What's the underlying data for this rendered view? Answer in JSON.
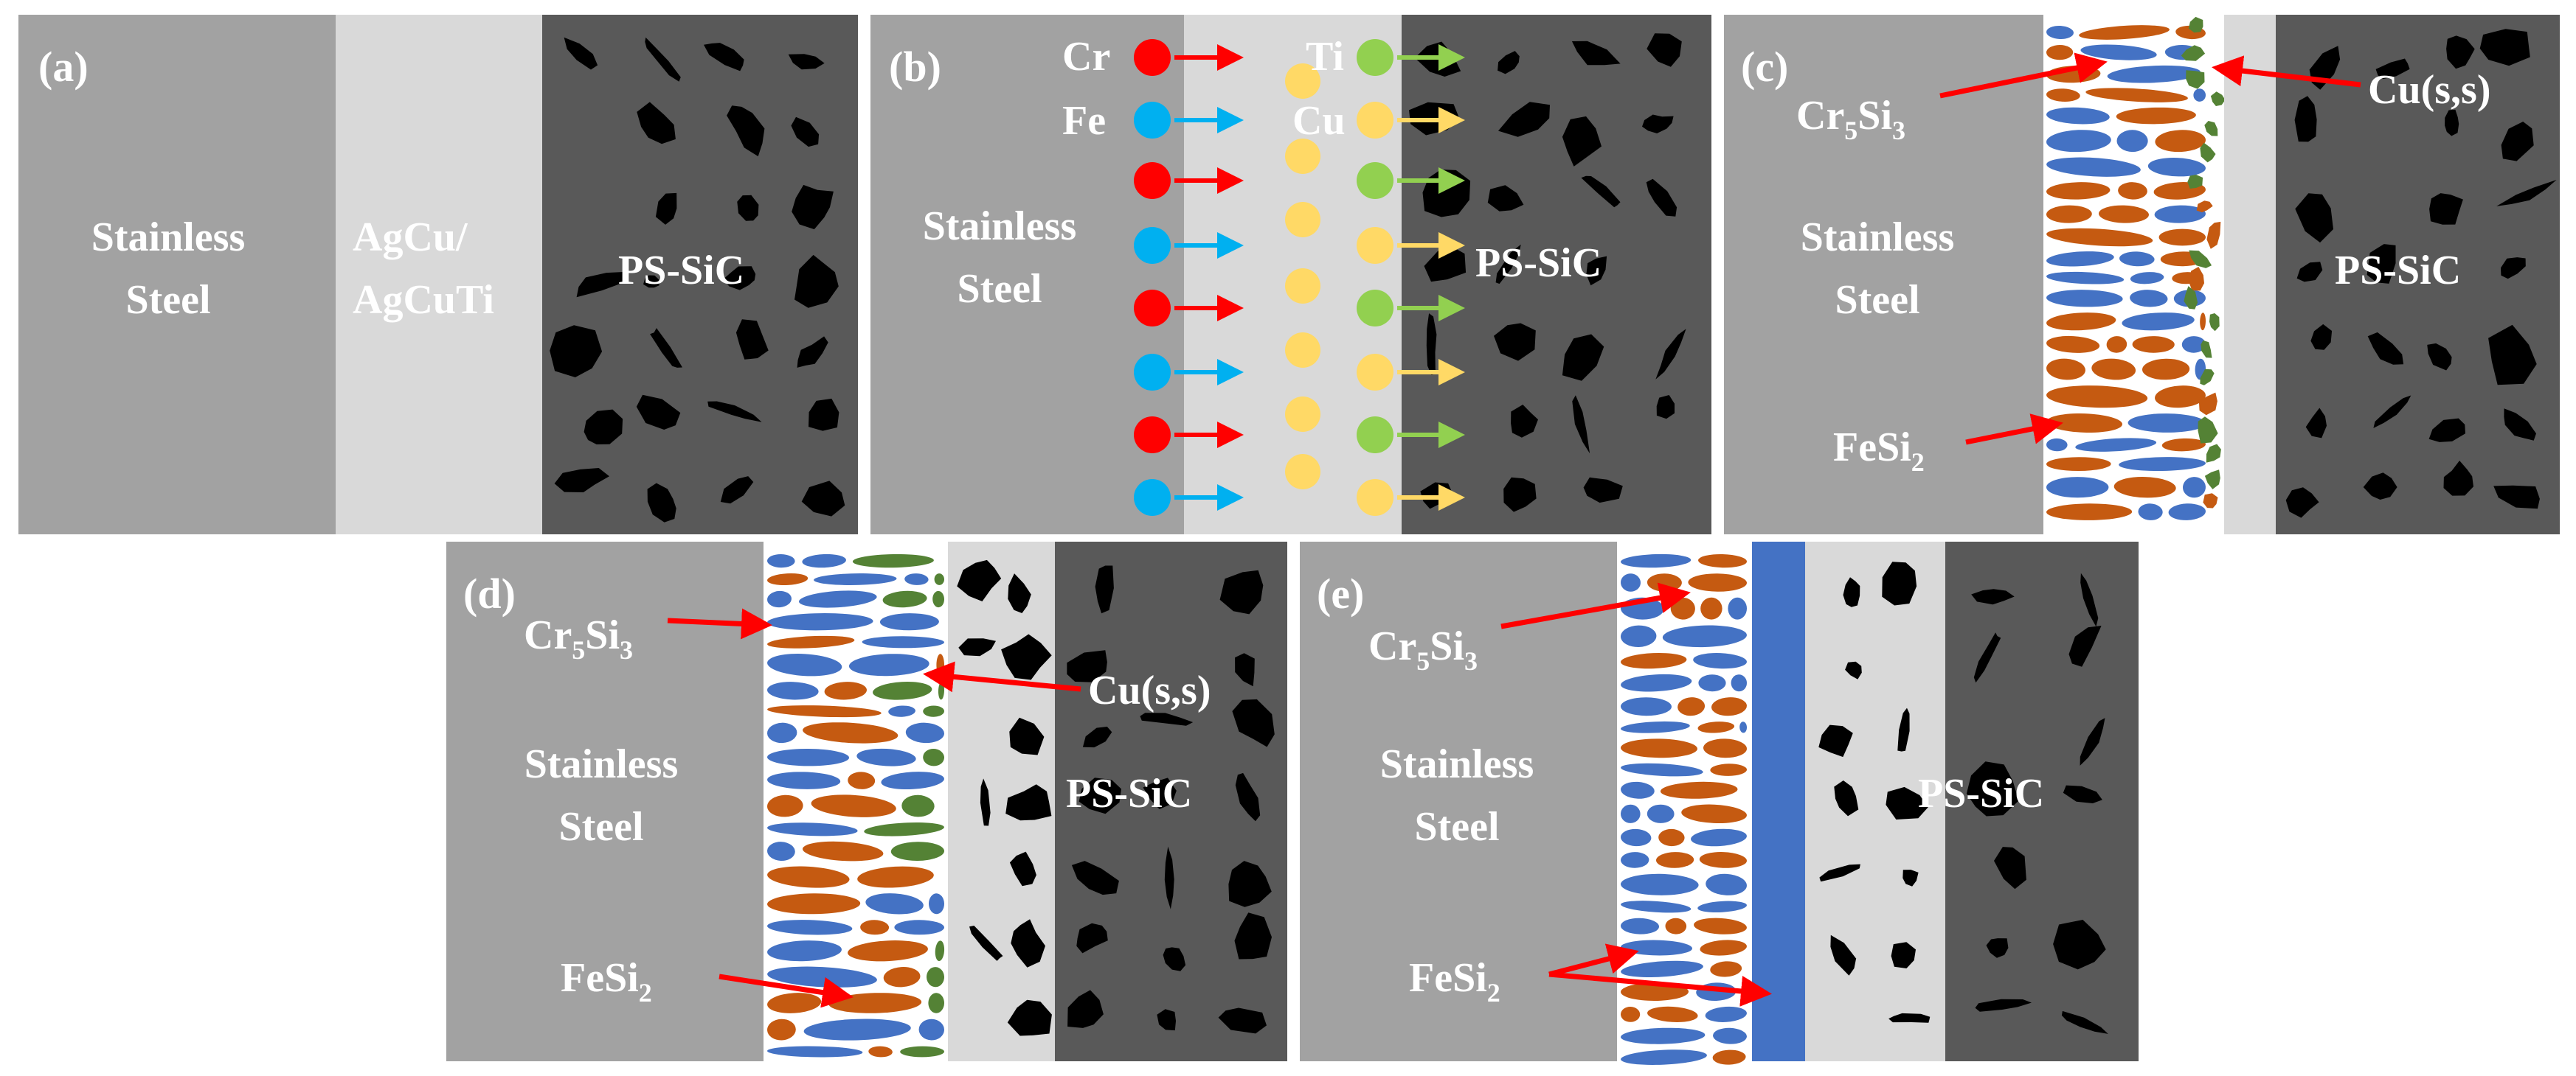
{
  "colors": {
    "steel": "#a2a2a2",
    "braze": "#d9d9d9",
    "sic": "#595959",
    "particle": "#000000",
    "cr": "#ff0000",
    "fe": "#00b0f0",
    "cu": "#ffd966",
    "ti": "#92d050",
    "cr5si3": "#4472c4",
    "fesi2": "#c55a11",
    "cuss": "#548235",
    "arrow": "#ff0000"
  },
  "panels": {
    "a": {
      "label": "(a)",
      "steel": [
        "Stainless",
        "Steel"
      ],
      "braze": [
        "AgCu/",
        "AgCuTi"
      ],
      "sic": "PS-SiC"
    },
    "b": {
      "label": "(b)",
      "steel": [
        "Stainless",
        "Steel"
      ],
      "sic": "PS-SiC",
      "elements": {
        "cr": "Cr",
        "fe": "Fe",
        "ti": "Ti",
        "cu": "Cu"
      }
    },
    "c": {
      "label": "(c)",
      "steel": [
        "Stainless",
        "Steel"
      ],
      "sic": "PS-SiC",
      "cr5si3": {
        "main": "Cr",
        "sub1": "5",
        "mid": "Si",
        "sub2": "3"
      },
      "fesi2": {
        "main": "FeSi",
        "sub": "2"
      },
      "cuss": "Cu(s,s)"
    },
    "d": {
      "label": "(d)",
      "steel": [
        "Stainless",
        "Steel"
      ],
      "sic": "PS-SiC",
      "cr5si3": {
        "main": "Cr",
        "sub1": "5",
        "mid": "Si",
        "sub2": "3"
      },
      "fesi2": {
        "main": "FeSi",
        "sub": "2"
      },
      "cuss": "Cu(s,s)"
    },
    "e": {
      "label": "(e)",
      "steel": [
        "Stainless",
        "Steel"
      ],
      "sic": "PS-SiC",
      "cr5si3": {
        "main": "Cr",
        "sub1": "5",
        "mid": "Si",
        "sub2": "3"
      },
      "fesi2": {
        "main": "FeSi",
        "sub": "2"
      }
    }
  }
}
